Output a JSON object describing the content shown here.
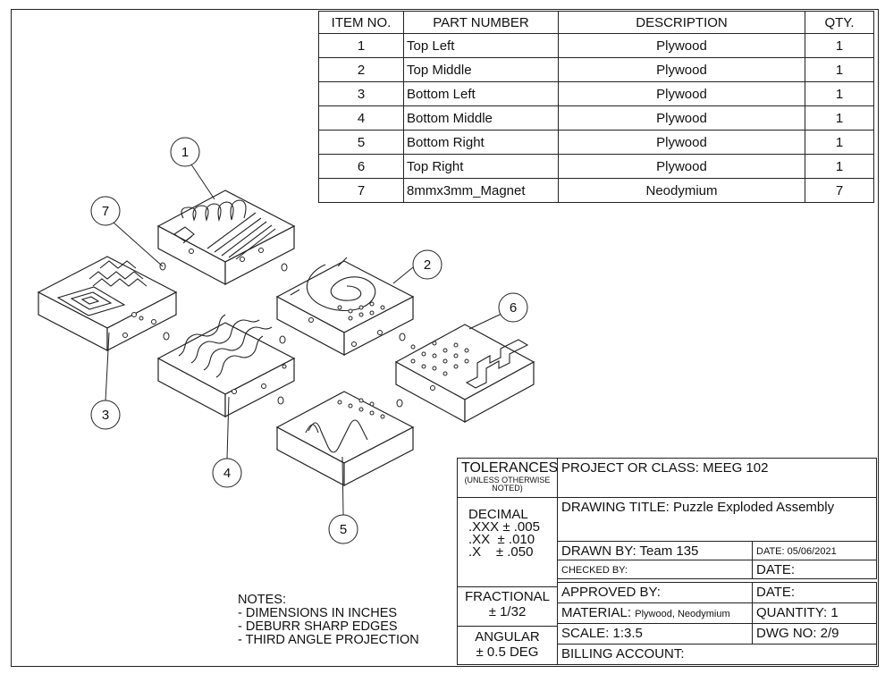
{
  "bom": {
    "headers": [
      "ITEM NO.",
      "PART NUMBER",
      "DESCRIPTION",
      "QTY."
    ],
    "rows": [
      [
        "1",
        "Top Left",
        "Plywood",
        "1"
      ],
      [
        "2",
        "Top Middle",
        "Plywood",
        "1"
      ],
      [
        "3",
        "Bottom Left",
        "Plywood",
        "1"
      ],
      [
        "4",
        "Bottom Middle",
        "Plywood",
        "1"
      ],
      [
        "5",
        "Bottom Right",
        "Plywood",
        "1"
      ],
      [
        "6",
        "Top Right",
        "Plywood",
        "1"
      ],
      [
        "7",
        "8mmx3mm_Magnet",
        "Neodymium",
        "7"
      ]
    ]
  },
  "balloons": [
    "1",
    "2",
    "3",
    "4",
    "5",
    "6",
    "7"
  ],
  "notes": [
    "NOTES:",
    "- DIMENSIONS IN INCHES",
    "- DEBURR SHARP EDGES",
    "- THIRD ANGLE PROJECTION"
  ],
  "title_block": {
    "tolerances": "TOLERANCES",
    "unless": "(UNLESS OTHERWISE",
    "noted": "NOTED)",
    "decimal": "DECIMAL",
    "tol_xxx": ".XXX ± .005",
    "tol_xx": ".XX  ± .010",
    "tol_x": ".X    ± .050",
    "fractional": "FRACTIONAL",
    "frac_val": "± 1/32",
    "angular": "ANGULAR",
    "ang_val": "± 0.5 DEG",
    "project": "PROJECT OR CLASS: MEEG 102",
    "drawing_title": "DRAWING TITLE: Puzzle Exploded Assembly",
    "drawn_by": "DRAWN BY: Team 135",
    "date_drawn": "DATE: 05/06/2021",
    "checked_by": "CHECKED BY:",
    "date_checked": "DATE:",
    "approved_by": "APPROVED BY:",
    "date_approved": "DATE:",
    "material_label": "MATERIAL:",
    "material_value": "Plywood, Neodymium",
    "quantity": "QUANTITY: 1",
    "scale": "SCALE: 1:3.5",
    "dwg_no": "DWG NO: 2/9",
    "billing": "BILLING ACCOUNT:"
  }
}
